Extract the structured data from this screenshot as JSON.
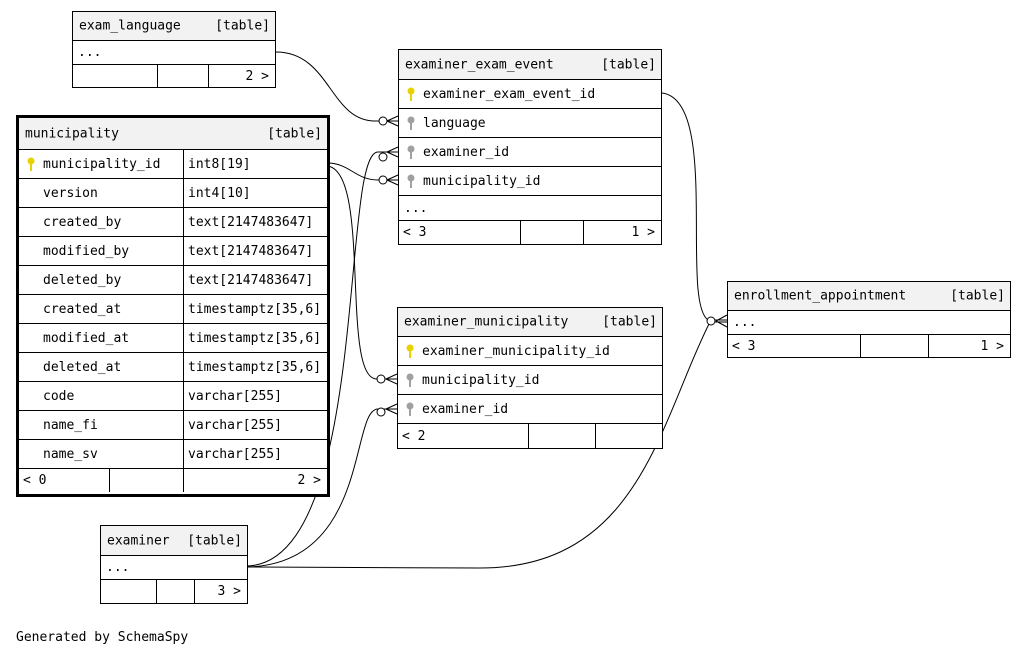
{
  "tables": {
    "exam_language": {
      "name": "exam_language",
      "tag": "[table]",
      "more": "...",
      "parents": "",
      "children": "2 >"
    },
    "examiner_exam_event": {
      "name": "examiner_exam_event",
      "tag": "[table]",
      "columns": [
        {
          "name": "examiner_exam_event_id",
          "icon": "primary-key-icon"
        },
        {
          "name": "language",
          "icon": "foreign-key-icon"
        },
        {
          "name": "examiner_id",
          "icon": "foreign-key-icon"
        },
        {
          "name": "municipality_id",
          "icon": "foreign-key-icon"
        }
      ],
      "more": "...",
      "parents": "< 3",
      "children": "1 >"
    },
    "municipality": {
      "name": "municipality",
      "tag": "[table]",
      "columns": [
        {
          "name": "municipality_id",
          "type": "int8[19]",
          "icon": "primary-key-icon"
        },
        {
          "name": "version",
          "type": "int4[10]"
        },
        {
          "name": "created_by",
          "type": "text[2147483647]"
        },
        {
          "name": "modified_by",
          "type": "text[2147483647]"
        },
        {
          "name": "deleted_by",
          "type": "text[2147483647]"
        },
        {
          "name": "created_at",
          "type": "timestamptz[35,6]"
        },
        {
          "name": "modified_at",
          "type": "timestamptz[35,6]"
        },
        {
          "name": "deleted_at",
          "type": "timestamptz[35,6]"
        },
        {
          "name": "code",
          "type": "varchar[255]"
        },
        {
          "name": "name_fi",
          "type": "varchar[255]"
        },
        {
          "name": "name_sv",
          "type": "varchar[255]"
        }
      ],
      "parents": "< 0",
      "children": "2 >"
    },
    "examiner_municipality": {
      "name": "examiner_municipality",
      "tag": "[table]",
      "columns": [
        {
          "name": "examiner_municipality_id",
          "icon": "primary-key-icon"
        },
        {
          "name": "municipality_id",
          "icon": "foreign-key-icon"
        },
        {
          "name": "examiner_id",
          "icon": "foreign-key-icon"
        }
      ],
      "parents": "< 2",
      "children": ""
    },
    "enrollment_appointment": {
      "name": "enrollment_appointment",
      "tag": "[table]",
      "more": "...",
      "parents": "< 3",
      "children": "1 >"
    },
    "examiner": {
      "name": "examiner",
      "tag": "[table]",
      "more": "...",
      "parents": "",
      "children": "3 >"
    }
  },
  "colors": {
    "primary_key": "#e8d200",
    "foreign_key": "#a0a0a0",
    "header_bg": "#f2f2f2",
    "line": "#000000"
  },
  "footer": "Generated by SchemaSpy"
}
